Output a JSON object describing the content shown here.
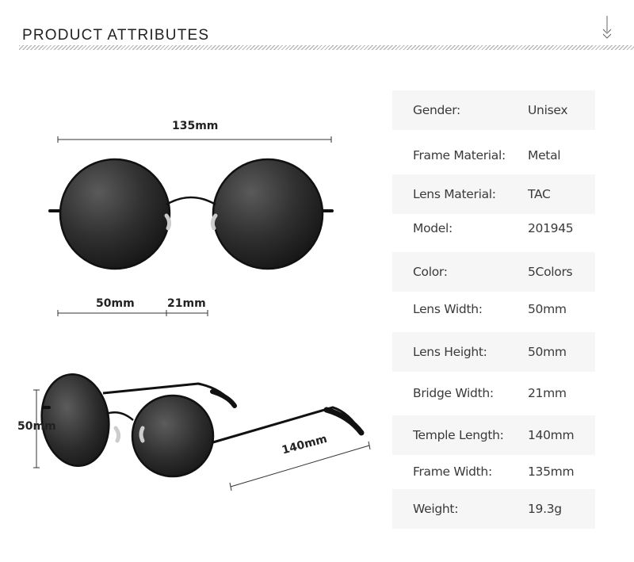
{
  "header": {
    "title": "PRODUCT ATTRIBUTES"
  },
  "icons": {
    "scroll": "double-chevron-down-icon",
    "front_view": "sunglasses-front-view-icon",
    "side_view": "sunglasses-side-view-icon"
  },
  "colors": {
    "lens": "#2b2b2b",
    "frame": "#1a1a1a",
    "row_shade": "#f6f6f6",
    "text": "#3a3a3a"
  },
  "dimensions": {
    "total_width": "135mm",
    "lens_width": "50mm",
    "bridge_width": "21mm",
    "lens_height": "50mm",
    "temple_length": "140mm"
  },
  "attributes": [
    {
      "label": "Gender:",
      "value": "Unisex"
    },
    {
      "label": "Frame Material:",
      "value": "Metal"
    },
    {
      "label": "Lens Material:",
      "value": "TAC"
    },
    {
      "label": "Model:",
      "value": "201945"
    },
    {
      "label": "Color:",
      "value": "5Colors"
    },
    {
      "label": "Lens Width:",
      "value": "50mm"
    },
    {
      "label": "Lens Height:",
      "value": "50mm"
    },
    {
      "label": "Bridge Width:",
      "value": "21mm"
    },
    {
      "label": "Temple Length:",
      "value": "140mm"
    },
    {
      "label": "Frame Width:",
      "value": "135mm"
    },
    {
      "label": "Weight:",
      "value": "19.3g"
    }
  ]
}
